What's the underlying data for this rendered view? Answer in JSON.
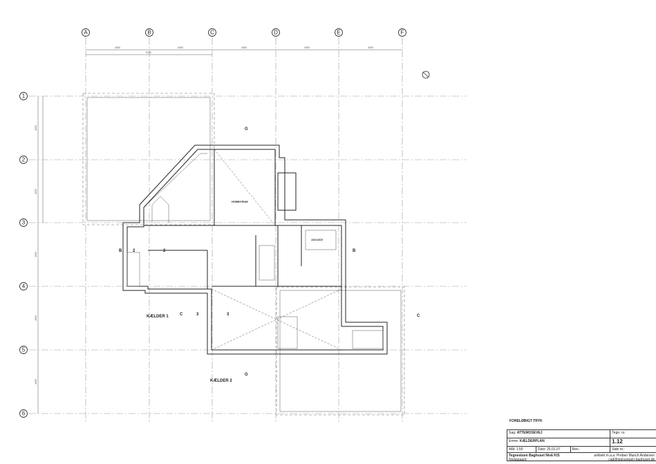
{
  "drawing": {
    "columns": [
      "A",
      "B",
      "C",
      "D",
      "E",
      "F"
    ],
    "rows": [
      "1",
      "2",
      "3",
      "4",
      "5",
      "6"
    ],
    "column_dimensions": [
      "4050",
      "4050",
      "4050",
      "4050",
      "4050"
    ],
    "overall_dimension": "8100",
    "row_dimensions": [
      "4050",
      "4050",
      "4050",
      "4050",
      "4050"
    ],
    "rooms": {
      "hobby": "HOBBYRUM",
      "jacuzzi": "JACUZZI",
      "kaelder1": "KÆLDER 1",
      "kaelder2": "KÆLDER 2"
    },
    "section_marks": {
      "b": "B",
      "c": "C",
      "g": "G",
      "two": "2",
      "three": "3"
    }
  },
  "status": "FORELØBIGT TRYK",
  "title_block": {
    "sag_label": "Sag:",
    "sag": "ATTEMOSEVEJ",
    "tegn_label": "Tegn. nr.",
    "tegn": "1.12",
    "emne_label": "Emne:",
    "emne": "KÆLDERPLAN",
    "maal_label": "Mål:",
    "maal": "1:50",
    "dato_label": "Dato:",
    "dato": "25.01.07",
    "rev_label": "Rev.:",
    "side_label": "Side nr.:",
    "firm": "Tegnestuen Baghuset Nivå K/S",
    "place": "Nivåagaard",
    "architect": "arkitekt m.a.a. Preben Munch Andersen",
    "email": "cad@tegnestuen-baghuset.dk"
  }
}
